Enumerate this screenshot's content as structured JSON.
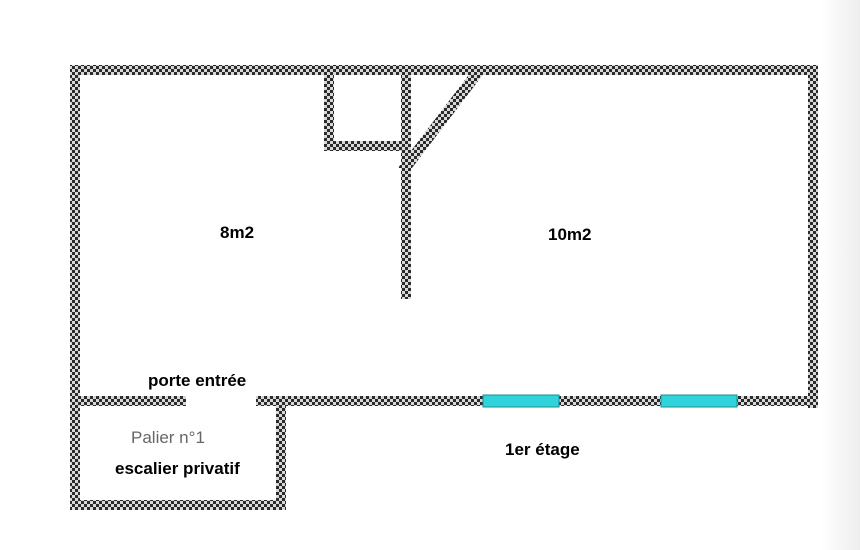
{
  "floorplan": {
    "rooms": [
      {
        "id": "left-room",
        "area_label": "8m2"
      },
      {
        "id": "right-room",
        "area_label": "10m2"
      }
    ],
    "door_label": "porte entrée",
    "landing_label": "Palier n°1",
    "stairs_label": "escalier privatif",
    "floor_label": "1er étage"
  },
  "colors": {
    "wall_dark": "#2b2b2b",
    "wall_light": "#d8d8d8",
    "window": "#2fd3dc",
    "background": "#ffffff"
  }
}
